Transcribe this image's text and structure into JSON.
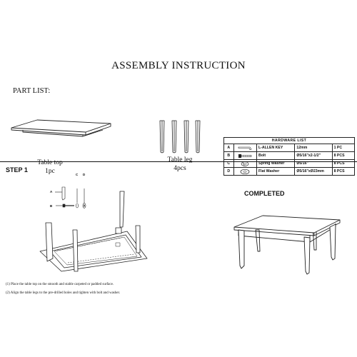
{
  "header": {
    "title": "ASSEMBLY  INSTRUCTION"
  },
  "part_list": {
    "heading": "PART  LIST:",
    "table_top": {
      "name": "Table top",
      "qty": "1pc"
    },
    "table_leg": {
      "name": "Table leg",
      "qty": "4pcs"
    }
  },
  "hardware": {
    "title": "HARDWARE  LIST",
    "rows": [
      {
        "key": "A",
        "icon": "allen-key-icon",
        "name": "L-ALLEN KEY",
        "spec": "12mm",
        "qty": "1  PC"
      },
      {
        "key": "B",
        "icon": "bolt-icon",
        "name": "Bolt",
        "spec": "Ø5/16\"x2-1/2\"",
        "qty": "8 PCS"
      },
      {
        "key": "C",
        "icon": "spring-washer-icon",
        "name": "Spring Washer",
        "spec": "Ø5/16\"",
        "qty": "8 PCS"
      },
      {
        "key": "D",
        "icon": "flat-washer-icon",
        "name": "Flat Washer",
        "spec": "Ø5/16\"xØ23mm",
        "qty": "8 PCS"
      }
    ]
  },
  "step1": {
    "label": "STEP 1",
    "callouts": {
      "a": "A",
      "b": "B",
      "c": "C",
      "d": "D"
    }
  },
  "completed": {
    "label": "COMPLETED"
  },
  "notes": [
    "(1)  Place the table top on the smooth and stable carpeted or padded surface.",
    "(2)  Align the table legs to the pre-drilled holes and tighten with bolt and washer."
  ]
}
